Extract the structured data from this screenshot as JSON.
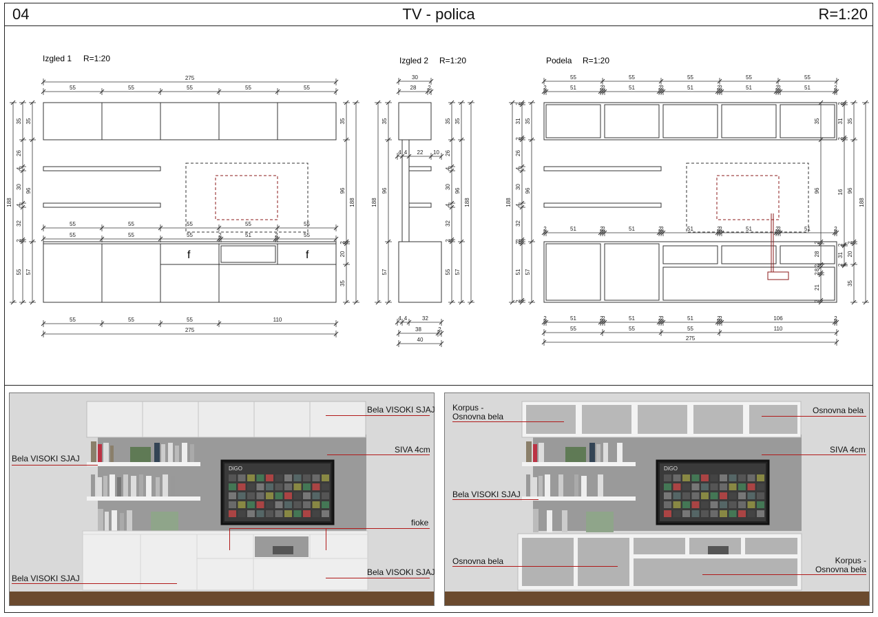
{
  "header": {
    "number": "04",
    "title": "TV - polica",
    "scale": "R=1:20"
  },
  "views": {
    "izgled1": {
      "name": "Izgled 1",
      "scale": "R=1:20"
    },
    "izgled2": {
      "name": "Izgled 2",
      "scale": "R=1:20"
    },
    "podela": {
      "name": "Podela",
      "scale": "R=1:20"
    }
  },
  "drawer_mark": "f",
  "dims": {
    "i1": {
      "total": "275",
      "top": [
        "55",
        "55",
        "55",
        "55",
        "55"
      ],
      "mid": [
        "55",
        "55",
        "55",
        "55",
        "55"
      ],
      "mid2": [
        "55",
        "55",
        "55",
        "2",
        "51",
        "2",
        "55"
      ],
      "bottom": [
        "55",
        "55",
        "55",
        "110"
      ],
      "left_outer": "188",
      "left_a": [
        "35",
        "96",
        "57"
      ],
      "left_b": [
        "35",
        "26",
        "4",
        "30",
        "4",
        "32",
        "2",
        "55"
      ],
      "right_a": [
        "35",
        "96",
        "188"
      ],
      "right_b": [
        "2",
        "20",
        "35"
      ]
    },
    "i2": {
      "top1": "30",
      "top2": [
        "28",
        "2"
      ],
      "shelf": [
        "4",
        "4",
        "22",
        "10"
      ],
      "left_outer": "188",
      "left_a": [
        "35",
        "96",
        "57"
      ],
      "right_b": [
        "35",
        "26",
        "4",
        "30",
        "4",
        "32",
        "2",
        "55"
      ],
      "right_a": [
        "35",
        "96",
        "57"
      ],
      "right_outer": "188",
      "bottom1": [
        "4",
        "4",
        "32"
      ],
      "bottom2": [
        "38",
        "2"
      ],
      "bottom3": "40"
    },
    "pd": {
      "top1": [
        "55",
        "55",
        "55",
        "55",
        "55"
      ],
      "top2": [
        "2",
        "51",
        "2",
        "2",
        "51",
        "2",
        "2",
        "51",
        "2",
        "2",
        "51",
        "2",
        "2",
        "51",
        "2"
      ],
      "mid": [
        "2",
        "51",
        "2",
        "2",
        "51",
        "2",
        "2",
        "51",
        "2",
        "2",
        "51",
        "2",
        "2",
        "51",
        "2"
      ],
      "bottom1": [
        "2",
        "51",
        "2",
        "2",
        "51",
        "2",
        "2",
        "51",
        "2",
        "2",
        "106",
        "2"
      ],
      "bottom2": [
        "55",
        "55",
        "55",
        "110"
      ],
      "total": "275",
      "left_outer": "188",
      "left_a": [
        "35",
        "96",
        "57"
      ],
      "left_b": [
        "2",
        "31",
        "2",
        "26",
        "4",
        "30",
        "4",
        "32",
        "2",
        "2",
        "51",
        "2"
      ],
      "right_b": [
        "35",
        "96",
        "2",
        "28",
        "2",
        "8",
        "2",
        "21",
        "2"
      ],
      "right_c": [
        "2",
        "31",
        "2",
        "16",
        "2",
        "31",
        "2"
      ],
      "right_d": [
        "35",
        "96",
        "2",
        "20",
        "35"
      ],
      "right_outer": "188"
    }
  },
  "photo_left_labels": [
    "Bela VISOKI SJAJ",
    "Bela VISOKI SJAJ",
    "SIVA 4cm",
    "fioke",
    "Bela VISOKI SJAJ",
    "Bela VISOKI SJAJ"
  ],
  "photo_right_labels": [
    "Korpus - Osnovna bela",
    "Osnovna bela",
    "SIVA 4cm",
    "Bela VISOKI SJAJ",
    "Osnovna bela",
    "Korpus - Osnovna bela"
  ],
  "tv_brand": "DiGO",
  "colors": {
    "leader": "#b01818",
    "wall": "#d6d6d6",
    "tv_panel": "#9a9a9a",
    "floor": "#6b4a2e"
  }
}
